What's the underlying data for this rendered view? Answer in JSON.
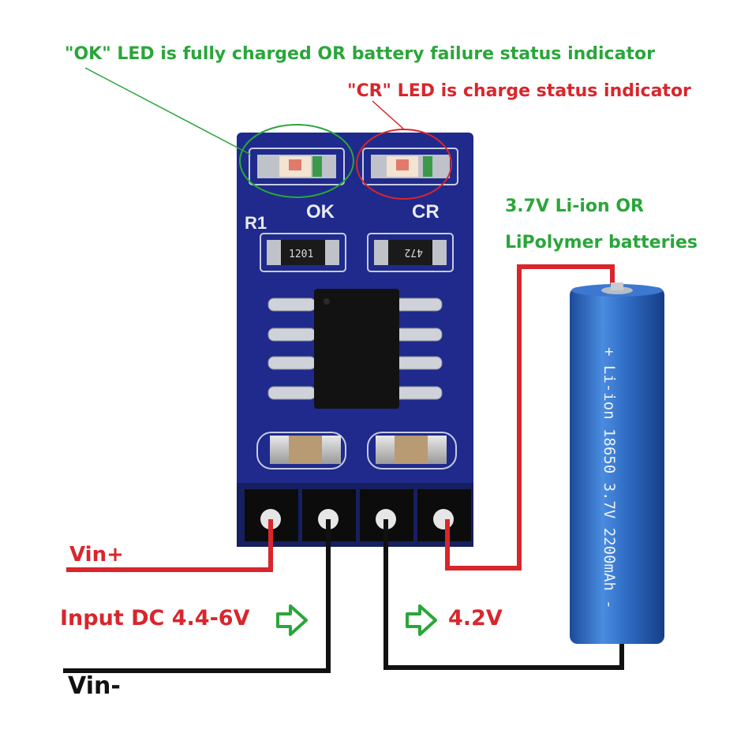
{
  "labels": {
    "ok_led": "\"OK\" LED is fully charged OR battery failure status indicator",
    "cr_led": "\"CR\" LED is charge status indicator",
    "battery_line1": "3.7V Li-ion OR",
    "battery_line2": "LiPolymer batteries",
    "vin_plus": "Vin+",
    "input_dc": "Input DC 4.4-6V",
    "output": "4.2V",
    "vin_minus": "Vin-"
  },
  "board": {
    "silk_r1": "R1",
    "silk_ok": "OK",
    "silk_cr": "CR",
    "resistor_left_code": "1201",
    "resistor_right_code": "472"
  },
  "battery": {
    "print": "+ Li-ion 18650 3.7V 2200mAh -"
  },
  "colors": {
    "board": "#1f2a8c",
    "label_green": "#2aa63a",
    "label_red": "#d8262c",
    "wire_red": "#d8262c",
    "wire_black": "#111111",
    "battery_blue": "#2f6cc4"
  }
}
